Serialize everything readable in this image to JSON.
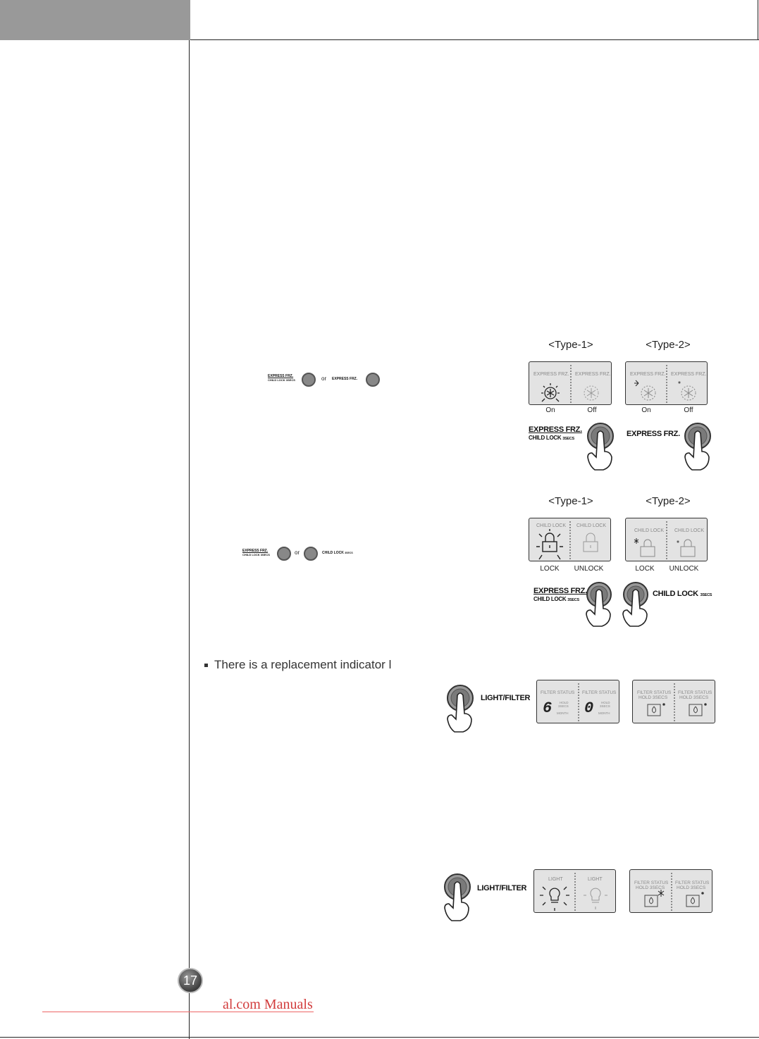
{
  "page_number": "17",
  "footer_link": "al.com Manuals",
  "express": {
    "inline_label_main": "EXPRESS FRZ.",
    "inline_label_sub": "CHILD LOCK 3SECS",
    "inline_or": "or",
    "inline_label_alt": "EXPRESS FRZ.",
    "type1_label": "<Type-1>",
    "type2_label": "<Type-2>",
    "panel_label": "EXPRESS FRZ.",
    "on": "On",
    "off": "Off",
    "btn1_main": "EXPRESS FRZ.",
    "btn1_sub": "CHILD LOCK",
    "btn1_tiny": "3SECS",
    "btn2_main": "EXPRESS FRZ."
  },
  "childlock": {
    "inline_label_main": "EXPRESS FRZ.",
    "inline_label_sub": "CHILD LOCK 3SECS",
    "inline_or": "or",
    "inline_label_alt": "CHILD LOCK",
    "inline_label_alt_tiny": "3SECS",
    "type1_label": "<Type-1>",
    "type2_label": "<Type-2>",
    "panel_label": "CHILD LOCK",
    "lock": "LOCK",
    "unlock": "UNLOCK",
    "btn1_main": "EXPRESS FRZ.",
    "btn1_sub": "CHILD LOCK",
    "btn1_tiny": "3SECS",
    "btn2_main": "CHILD LOCK",
    "btn2_tiny": "3SECS"
  },
  "filter": {
    "bullet": "There is a replacement indicator l",
    "button_label": "LIGHT/FILTER",
    "panel_label": "FILTER STATUS",
    "hold": "HOLD",
    "secs": "3SECS",
    "month": "MONTH",
    "digit_left": "6",
    "digit_right": "0",
    "panel2_label_top": "FILTER STATUS",
    "panel2_label_bottom": "HOLD 3SECS"
  },
  "light": {
    "button_label": "LIGHT/FILTER",
    "panel_label": "LIGHT",
    "panel2_label_top": "FILTER STATUS",
    "panel2_label_bottom": "HOLD 3SECS"
  }
}
